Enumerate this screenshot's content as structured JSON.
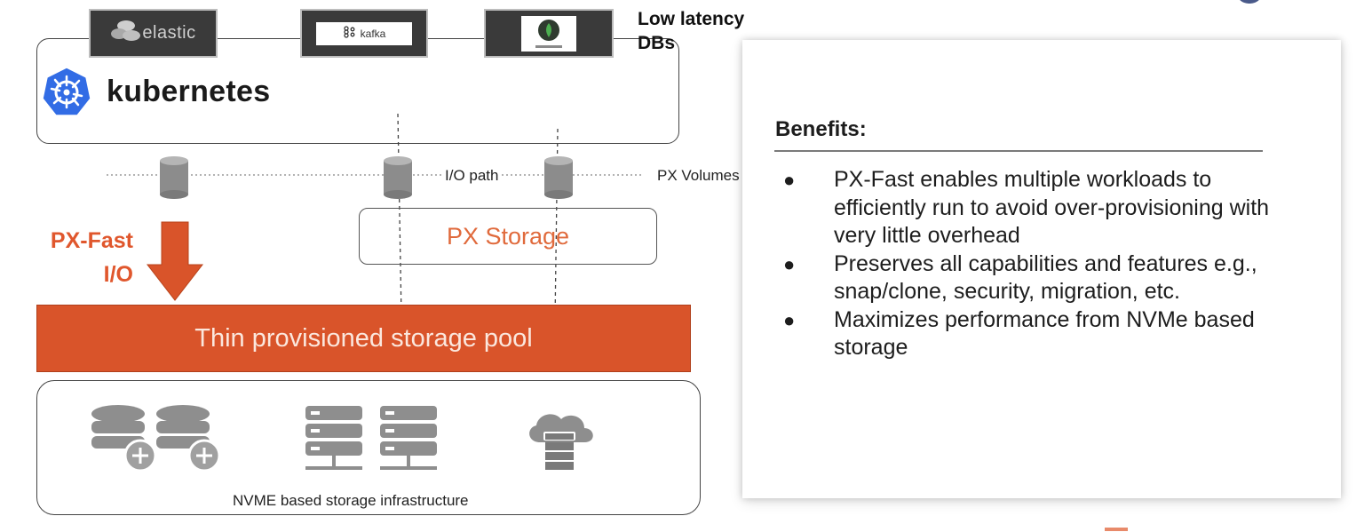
{
  "top_logos": {
    "elastic": "elastic",
    "kafka": "kafka",
    "low_latency": "Low latency DBs"
  },
  "kubernetes": {
    "title": "kubernetes"
  },
  "volumes": {
    "io_path": "I/O path",
    "px_volumes": "PX Volumes"
  },
  "px_fast": {
    "line1": "PX-Fast",
    "line2": "I/O"
  },
  "px_storage": "PX Storage",
  "pool": "Thin provisioned storage pool",
  "infrastructure": {
    "label": "NVME based storage infrastructure"
  },
  "benefits": {
    "title": "Benefits:",
    "items": [
      "PX-Fast enables multiple workloads to efficiently run to avoid over-provisioning with very little overhead",
      "Preserves all capabilities and features e.g., snap/clone, security, migration, etc.",
      "Maximizes performance from NVMe based storage"
    ]
  },
  "colors": {
    "accent": "#d9542a",
    "k8s_blue": "#326ce5",
    "cylinder": "#8c8c8c"
  }
}
